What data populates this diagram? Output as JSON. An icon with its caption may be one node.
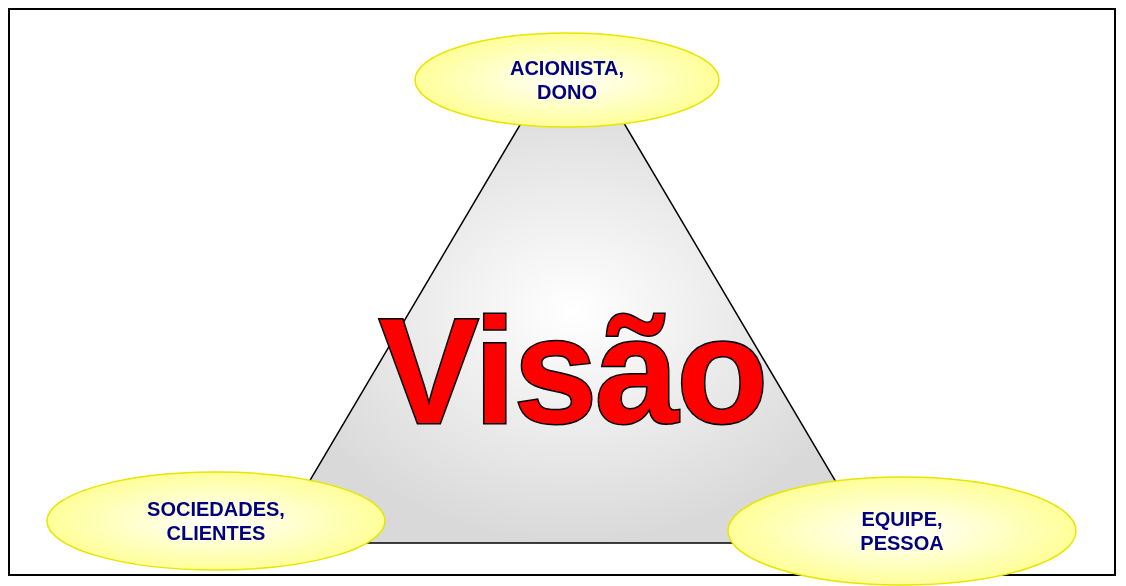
{
  "diagram": {
    "nodes": [
      {
        "text": [
          "ACIONISTA, DONO"
        ]
      },
      {
        "text": [
          "Visão"
        ]
      },
      {
        "text": [
          "SOCIEDADES, CLIENTES"
        ]
      },
      {
        "text": [
          "EQUIPE, PESSOA"
        ]
      }
    ],
    "edges": []
  }
}
